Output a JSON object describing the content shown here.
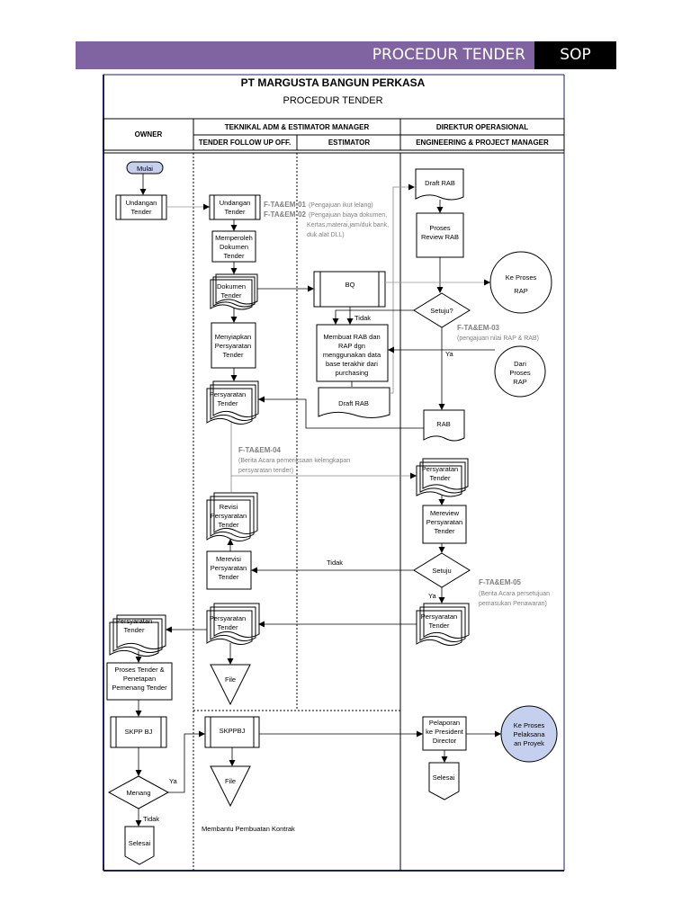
{
  "banner": {
    "title": "PROCEDUR TENDER",
    "tag": "SOP",
    "color": "#8064a2"
  },
  "header": {
    "company": "PT MARGUSTA BANGUN PERKASA",
    "subtitle": "PROCEDUR TENDER"
  },
  "columns": {
    "owner": "OWNER",
    "teknikal": "TEKNIKAL ADM & ESTIMATOR MANAGER",
    "tender_follow_up": "TENDER FOLLOW UP OFF.",
    "estimator": "ESTIMATOR",
    "direktur": "DIREKTUR OPERASIONAL",
    "engineering": "ENGINEERING & PROJECT MANAGER"
  },
  "nodes": {
    "mulai": "Mulai",
    "undangan_owner": [
      "Undangan",
      "Tender"
    ],
    "undangan_tf": [
      "Undangan",
      "Tender"
    ],
    "memperoleh": [
      "Memperoleh",
      "Dokumen",
      "Tender"
    ],
    "dokumen": [
      "Dokumen",
      "Tender"
    ],
    "menyiapkan": [
      "Menyiapkan",
      "Persyaratan",
      "Tender"
    ],
    "persyaratan_tf1": [
      "Persyaratan",
      "Tender"
    ],
    "revisi": [
      "Revisi",
      "Persyaratan",
      "Tender"
    ],
    "merevisi": [
      "Merevisi",
      "Persyaratan",
      "Tender"
    ],
    "persyaratan_tf2": [
      "Persyaratan",
      "Tender"
    ],
    "file1": "File",
    "skppbj_tf": "SKPPBJ",
    "file2": "File",
    "bq": "BQ",
    "membuat_rab": [
      "Membuat RAB dan",
      "RAP dgn",
      "menggunakan data",
      "base terakhir dari",
      "purchasing"
    ],
    "draft_rab_est": "Draft  RAB",
    "draft_rab_dir": "Draft  RAB",
    "proses_review": [
      "Proses",
      "Review  RAB"
    ],
    "ke_proses_rap": [
      "Ke Proses",
      "RAP"
    ],
    "setuju1": "Setuju?",
    "dari_proses_rap": [
      "Dari",
      "Proses",
      "RAP"
    ],
    "rab": "RAB",
    "persyaratan_dir1": [
      "Persyaratan",
      "Tender"
    ],
    "mereview": [
      "Mereview",
      "Persyaratan",
      "Tender"
    ],
    "setuju2": "Setuju",
    "persyaratan_dir2": [
      "Persyaratan",
      "Tender"
    ],
    "pelaporan": [
      "Pelaporan",
      "ke President",
      "Director"
    ],
    "selesai_dir": "Selesai",
    "ke_proses_pelaksanaan": [
      "Ke Proses",
      "Pelaksana",
      "an Proyek"
    ],
    "persyaratan_owner": [
      "Persyaratan",
      "Tender"
    ],
    "proses_tender": [
      "Proses Tender &",
      "Penetapan",
      "Pemenang Tender"
    ],
    "skpp_owner": "SKPP BJ",
    "menang": "Menang",
    "selesai_owner": "Selesai"
  },
  "edge_labels": {
    "tidak1": "Tidak",
    "ya1": "Ya",
    "tidak2": "Tidak",
    "ya2": "Ya",
    "ya3": "Ya",
    "tidak3": "Tidak"
  },
  "annotations": {
    "ftaem01_code": "F-TA&EM-01",
    "ftaem01_note": "(Pengajuan ikut lelang)",
    "ftaem02_code": "F-TA&EM-02",
    "ftaem02_note": [
      "(Pengajuan biaya dokumen,",
      "Kertas,materai,jam/duk bank,",
      "duk alat DLL)"
    ],
    "ftaem03_code": "F-TA&EM-03",
    "ftaem03_note": "(pengajuan nilai RAP & RAB)",
    "ftaem04_code": "F-TA&EM-04",
    "ftaem04_note": [
      "(Berita Acara pemeriksaan kelengkapan",
      "persyaratan tender)"
    ],
    "ftaem05_code": "F-TA&EM-05",
    "ftaem05_note": [
      "(Berita Acara persetujuan",
      "pemasukan Penawaran)"
    ],
    "membantu": "Membantu Pembuatan Kontrak"
  },
  "colors": {
    "terminal_fill": "#c5cfee",
    "annotation_gray": "#7f7f7f",
    "frame": "#1f1f5f"
  }
}
